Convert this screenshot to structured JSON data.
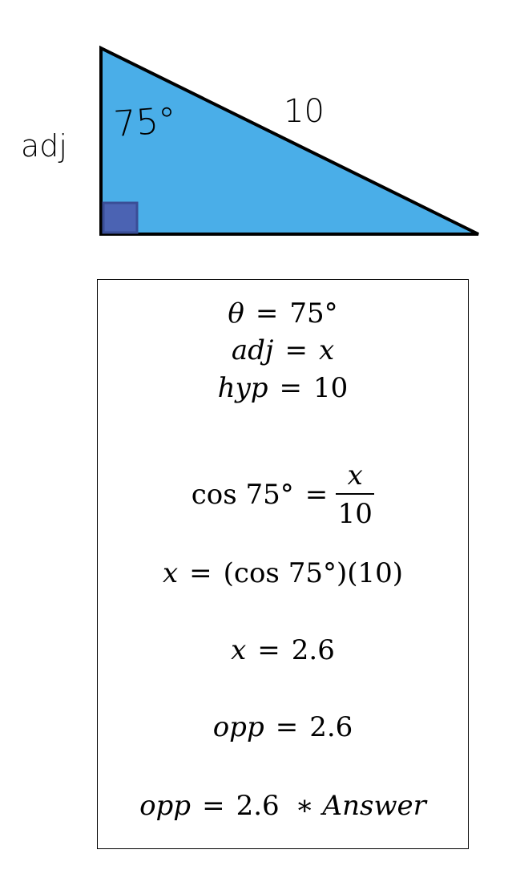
{
  "diagram": {
    "angle_label": "75°",
    "hypotenuse_label": "10",
    "side_label": "adj",
    "fill_color": "#4aaee8",
    "right_angle_marker_color": "#4b63b3",
    "right_angle_marker": "square"
  },
  "solution": {
    "givens": {
      "theta": {
        "var": "θ",
        "eq": "=",
        "value": "75°"
      },
      "adj": {
        "var": "adj",
        "eq": "=",
        "value": "x"
      },
      "hyp": {
        "var": "hyp",
        "eq": "=",
        "value": "10"
      }
    },
    "ratio": {
      "lhs": "cos 75°",
      "eq": "=",
      "numerator": "x",
      "denominator": "10"
    },
    "step_solve": {
      "var": "x",
      "eq": "=",
      "rhs": "(cos 75°)(10)"
    },
    "step_result": {
      "var": "x",
      "eq": "=",
      "value": "2.6"
    },
    "step_opp": {
      "var": "opp",
      "eq": "=",
      "value": "2.6"
    },
    "answer": {
      "var": "opp",
      "eq": "=",
      "value": "2.6",
      "note": "∗ Answer"
    }
  }
}
